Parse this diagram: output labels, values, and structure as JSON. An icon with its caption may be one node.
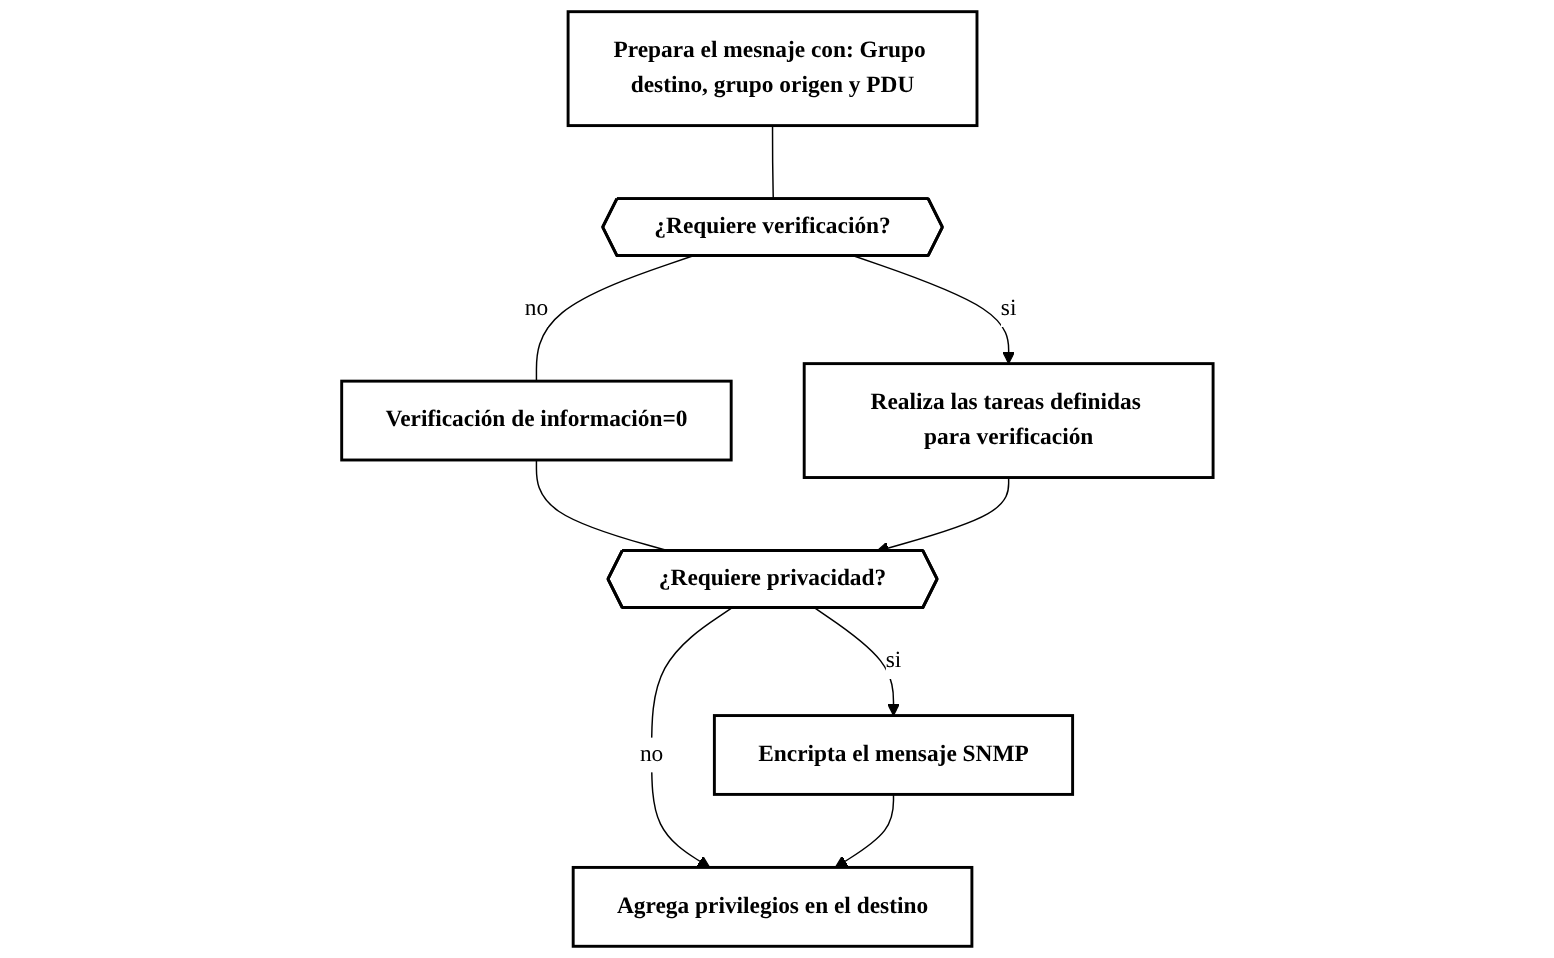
{
  "diagram": {
    "nodes": [
      {
        "text": [
          "Prepara el mesnaje con: Grupo destino, grupo origen y PDU"
        ]
      },
      {
        "text": [
          "¿Requiere verificación?"
        ]
      },
      {
        "text": [
          "Realiza las tareas definidas para verificación"
        ]
      },
      {
        "text": [
          "Verificación de información=0"
        ]
      },
      {
        "text": [
          "¿Requiere privacidad?"
        ]
      },
      {
        "text": [
          "Encripta el mensaje SNMP"
        ]
      },
      {
        "text": [
          "Agrega privilegios en el destino"
        ]
      }
    ],
    "edges": [
      {
        "from": 0,
        "to": 1,
        "arrow": "none"
      },
      {
        "from": 1,
        "to": 2,
        "arrow": "to",
        "label": "si"
      },
      {
        "from": 1,
        "to": 3,
        "arrow": "none",
        "label": "no"
      },
      {
        "from": 3,
        "to": 4,
        "arrow": "none"
      },
      {
        "from": 2,
        "to": 4,
        "arrow": "to"
      },
      {
        "from": 4,
        "to": 5,
        "arrow": "to",
        "label": "si"
      },
      {
        "from": 4,
        "to": 6,
        "arrow": "to",
        "label": "no"
      },
      {
        "from": 5,
        "to": 6,
        "arrow": "to"
      }
    ]
  }
}
